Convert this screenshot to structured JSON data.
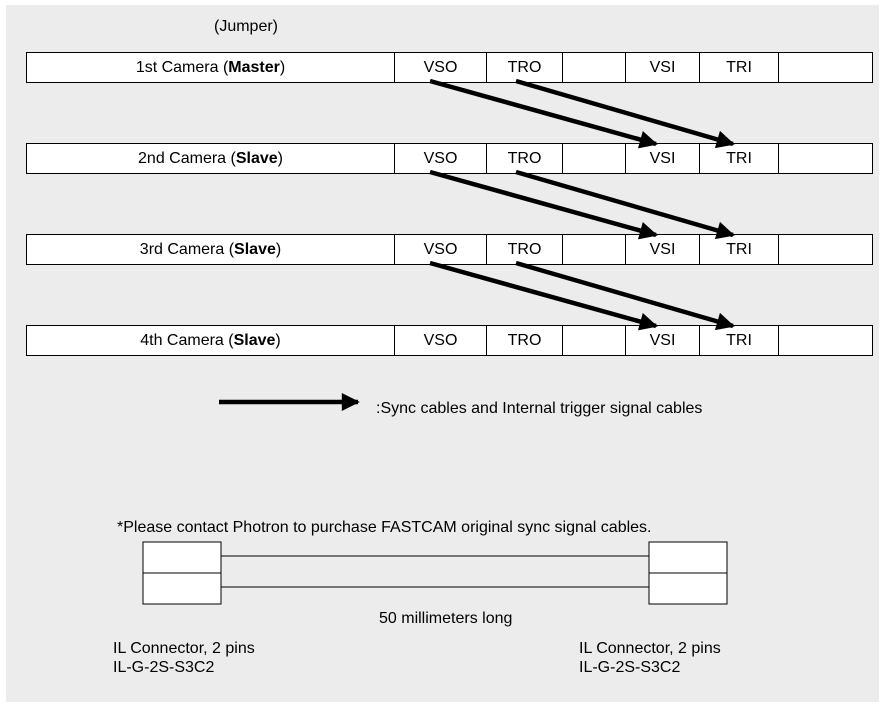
{
  "jumper_label": "(Jumper)",
  "cameras": [
    {
      "prefix": "1st Camera (",
      "role": "Master",
      "suffix": ")"
    },
    {
      "prefix": "2nd Camera (",
      "role": "Slave",
      "suffix": ")"
    },
    {
      "prefix": "3rd Camera (",
      "role": "Slave",
      "suffix": ")"
    },
    {
      "prefix": "4th Camera (",
      "role": "Slave",
      "suffix": ")"
    }
  ],
  "cells": [
    "VSO",
    "TRO",
    "",
    "VSI",
    "TRI",
    ""
  ],
  "legend_text": ":Sync cables and Internal trigger signal cables",
  "note": "*Please contact Photron to purchase FASTCAM original sync signal cables.",
  "cable": {
    "length_label": "50 millimeters long",
    "left": {
      "line1": "IL Connector, 2 pins",
      "line2": "IL-G-2S-S3C2"
    },
    "right": {
      "line1": "IL Connector, 2 pins",
      "line2": "IL-G-2S-S3C2"
    }
  },
  "arrow_color": "#000000",
  "background_color": "#ececec"
}
